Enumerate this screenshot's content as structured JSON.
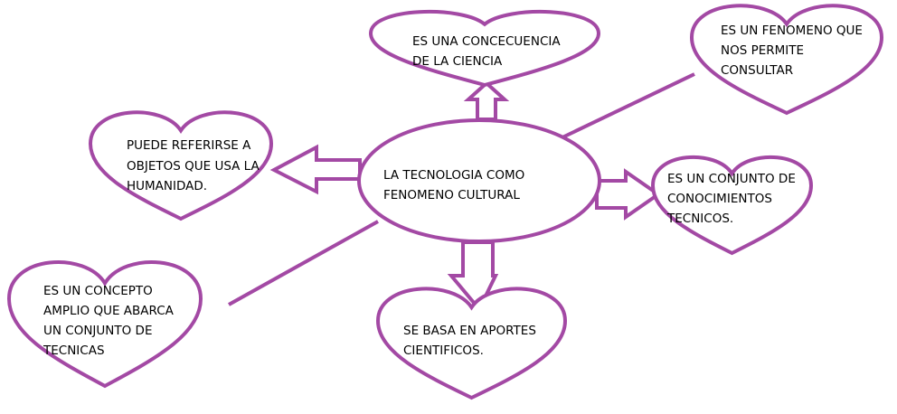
{
  "colors": {
    "stroke": "#A349A4",
    "text": "#000000",
    "background": "#FFFFFF"
  },
  "center": {
    "lines": [
      "LA TECNOLOGIA COMO",
      "FENOMENO CULTURAL"
    ]
  },
  "nodes": {
    "top": {
      "lines": [
        "ES UNA CONCECUENCIA",
        "DE LA CIENCIA"
      ]
    },
    "top_right": {
      "lines": [
        "ES UN FENOMENO QUE",
        "NOS PERMITE",
        "CONSULTAR"
      ]
    },
    "left": {
      "lines": [
        "PUEDE REFERIRSE A",
        "OBJETOS QUE USA LA",
        "HUMANIDAD."
      ]
    },
    "right": {
      "lines": [
        "ES UN CONJUNTO DE",
        "CONOCIMIENTOS",
        "TECNICOS."
      ]
    },
    "bottom_left": {
      "lines": [
        "ES UN CONCEPTO",
        "AMPLIO QUE ABARCA",
        "UN CONJUNTO DE",
        "TECNICAS"
      ]
    },
    "bottom": {
      "lines": [
        "SE BASA EN APORTES",
        "CIENTIFICOS."
      ]
    }
  }
}
